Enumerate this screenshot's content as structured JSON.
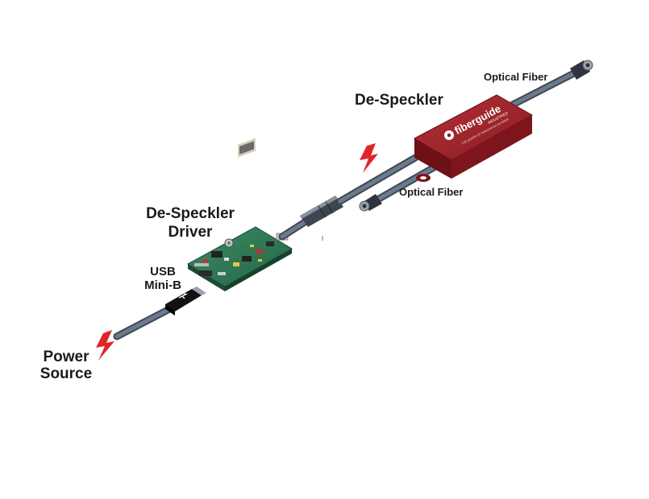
{
  "labels": {
    "optical_fiber_top": "Optical Fiber",
    "de_speckler": "De-Speckler",
    "optical_fiber_mid": "Optical Fiber",
    "driver_line1": "De-Speckler",
    "driver_line2": "Driver",
    "usb_line1": "USB",
    "usb_line2": "Mini-B",
    "power_line1": "Power",
    "power_line2": "Source"
  },
  "device": {
    "brand": "fiberguide",
    "brand_sub": "INDUSTRIES",
    "tagline": "THE SHAPE OF INNOVATION IN FIBER"
  },
  "colors": {
    "device_red": "#8e1c22",
    "cable_gray": "#5d6b7e",
    "pcb_green": "#2f7a55",
    "bolt_red": "#e0262b",
    "label_text": "#1a1a1a"
  },
  "icons": [
    "lightning-bolt-icon",
    "usb-icon",
    "fiberguide-logo-icon"
  ]
}
